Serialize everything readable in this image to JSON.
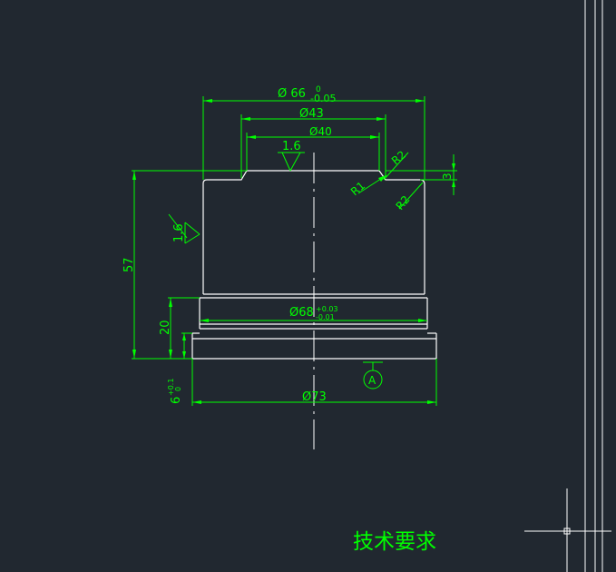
{
  "colors": {
    "background": "#212830",
    "outline": "#ffffff",
    "dimension": "#00ff00"
  },
  "drawing": {
    "dims": {
      "d66": "Ø 66",
      "d66_tol_upper": "0",
      "d66_tol_lower": "-0.05",
      "d43": "Ø43",
      "d40": "Ø40",
      "d68": "Ø68",
      "d68_tol_upper": "+0.03",
      "d68_tol_lower": "-0.01",
      "d73": "Ø73",
      "h57": "57",
      "h20": "20",
      "h6": "6",
      "h6_tol_upper": "+0.1",
      "h6_tol_lower": "0",
      "h3": "3",
      "r1": "R1",
      "r2_top": "R2",
      "r2_side": "R2"
    },
    "roughness_top": "1.6",
    "roughness_side": "1.6",
    "datum_label": "A",
    "technical_requirements": "技术要求"
  }
}
